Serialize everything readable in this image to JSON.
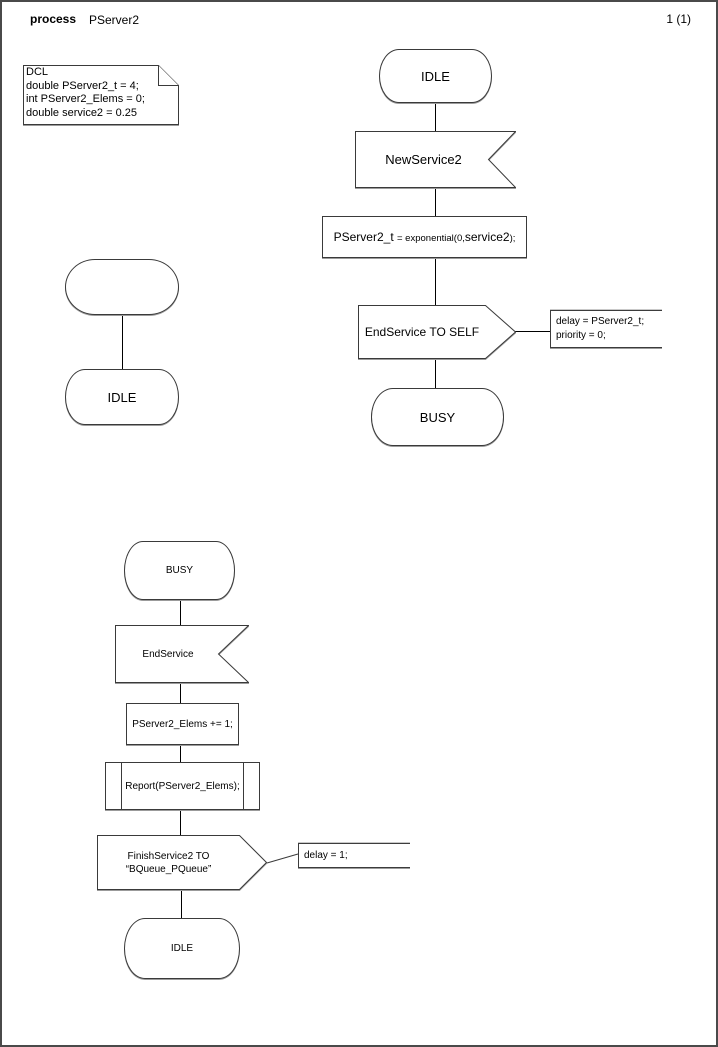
{
  "header": {
    "kind": "process",
    "name": "PServer2",
    "page": "1 (1)"
  },
  "declarations": {
    "lines": [
      "DCL",
      "double PServer2_t = 4;",
      "int PServer2_Elems = 0;",
      "double service2 = 0.25"
    ]
  },
  "main_flow": {
    "idle_state": "IDLE",
    "input_signal": "NewService2",
    "task": {
      "a": "PServer2_t ",
      "b": "= exponential(0,",
      "c": "service2",
      "d": ");"
    },
    "output_signal": "EndService TO SELF",
    "comment": [
      "delay = PServer2_t;",
      "priority = 0;"
    ],
    "busy_state": "BUSY"
  },
  "start_flow": {
    "idle_state": "IDLE"
  },
  "second_flow": {
    "busy_state": "BUSY",
    "input_signal": "EndService",
    "task": "PServer2_Elems += 1;",
    "procedure_call": "Report(PServer2_Elems);",
    "output_signal": [
      "FinishService2 TO",
      "“BQueue_PQueue”"
    ],
    "comment": "delay = 1;",
    "idle_state": "IDLE"
  }
}
